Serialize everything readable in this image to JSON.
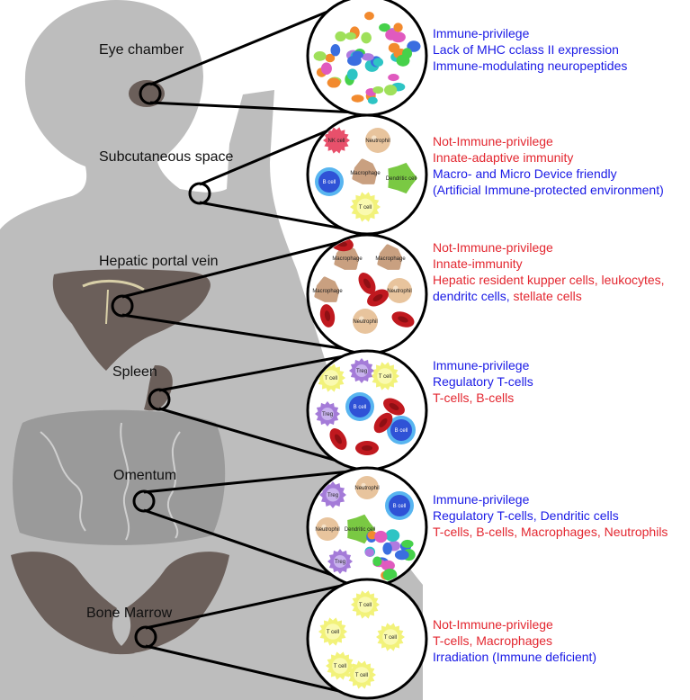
{
  "colors": {
    "immune_privilege": "#1a1ae6",
    "not_immune_privilege": "#e3262f",
    "silhouette": "#bdbdbd",
    "organ": "#6b5f5a",
    "macrophage": "#c9a080",
    "neutrophil": "#e8c49d",
    "t_cell": "#f2f27a",
    "b_cell": "#2f52d6",
    "treg": "#a47bd8",
    "dendritic": "#7ac943",
    "nk_cell": "#e8506b",
    "rbc": "#c0191f"
  },
  "sites": [
    {
      "name": "Eye chamber",
      "lines": [
        {
          "text": "Immune-privilege",
          "tone": "immune_privilege"
        },
        {
          "text": "Lack of MHC cclass II expression",
          "tone": "immune_privilege"
        },
        {
          "text": "Immune-modulating neuropeptides",
          "tone": "immune_privilege"
        }
      ]
    },
    {
      "name": "Subcutaneous space",
      "lines": [
        {
          "text": "Not-Immune-privilege",
          "tone": "not_immune_privilege"
        },
        {
          "text": "Innate-adaptive immunity",
          "tone": "not_immune_privilege"
        },
        {
          "text": "Macro- and Micro Device friendly",
          "tone": "immune_privilege"
        },
        {
          "text": "(Artificial Immune-protected environment)",
          "tone": "immune_privilege"
        }
      ]
    },
    {
      "name": "Hepatic portal vein",
      "lines": [
        {
          "text": "Not-Immune-privilege",
          "tone": "not_immune_privilege"
        },
        {
          "text": "Innate-immunity",
          "tone": "not_immune_privilege"
        },
        {
          "text": "Hepatic resident kupper cells, leukocytes,",
          "tone": "not_immune_privilege"
        },
        {
          "text": "dendritc cells,",
          "tone": "immune_privilege",
          "cont": " stellate cells",
          "cont_tone": "not_immune_privilege"
        }
      ]
    },
    {
      "name": "Spleen",
      "lines": [
        {
          "text": "Immune-privilege",
          "tone": "immune_privilege"
        },
        {
          "text": "Regulatory T-cells",
          "tone": "immune_privilege"
        },
        {
          "text": "T-cells, B-cells",
          "tone": "not_immune_privilege"
        }
      ]
    },
    {
      "name": "Omentum",
      "lines": [
        {
          "text": "Immune-privilege",
          "tone": "immune_privilege"
        },
        {
          "text": "Regulatory T-cells, Dendritic cells",
          "tone": "immune_privilege"
        },
        {
          "text": "T-cells, B-cells, Macrophages, Neutrophils",
          "tone": "not_immune_privilege"
        }
      ]
    },
    {
      "name": "Bone Marrow",
      "lines": [
        {
          "text": "Not-Immune-privilege",
          "tone": "not_immune_privilege"
        },
        {
          "text": "T-cells, Macrophages",
          "tone": "not_immune_privilege"
        },
        {
          "text": "Irradiation (Immune deficient)",
          "tone": "immune_privilege"
        }
      ]
    }
  ],
  "cell_labels": {
    "nk": "NK cell",
    "neutrophil": "Neutrophil",
    "macrophage": "Macrophage",
    "b_cell": "B cell",
    "dendritic": "Dendritic cell",
    "t_cell": "T cell",
    "treg": "Treg"
  }
}
